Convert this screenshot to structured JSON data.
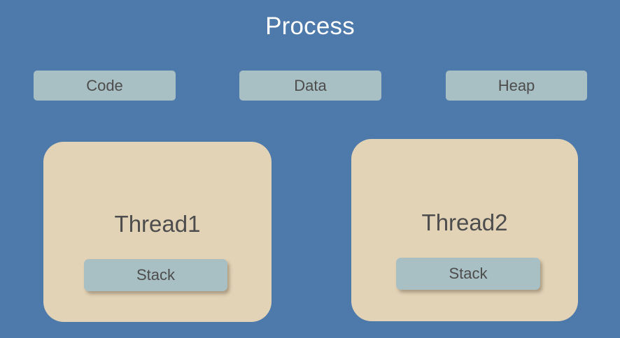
{
  "diagram": {
    "title": "Process",
    "background_color": "#4e7aab",
    "segment_color": "#a8bfc4",
    "thread_color": "#e2d2b6",
    "text_color": "#4d4d4d",
    "title_color": "#ffffff",
    "segments": [
      {
        "label": "Code"
      },
      {
        "label": "Data"
      },
      {
        "label": "Heap"
      }
    ],
    "threads": [
      {
        "label": "Thread1",
        "stack_label": "Stack"
      },
      {
        "label": "Thread2",
        "stack_label": "Stack"
      }
    ]
  }
}
